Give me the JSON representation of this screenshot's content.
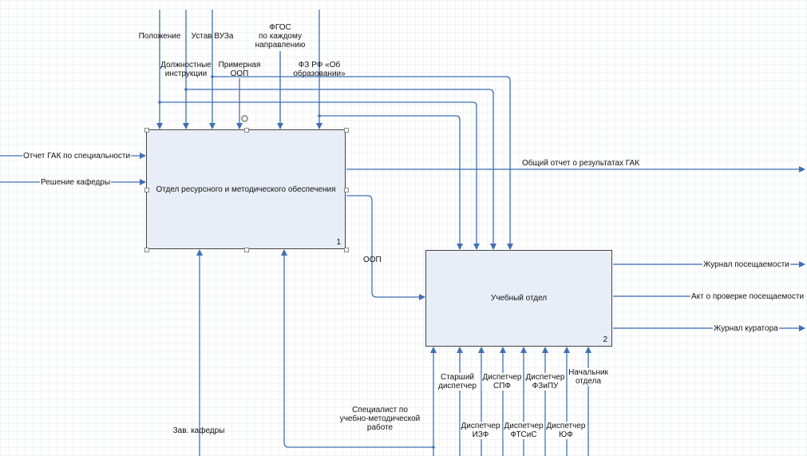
{
  "diagram": {
    "box1": {
      "title": "Отдел ресурсного и методического обеспечения",
      "number": "1"
    },
    "box2": {
      "title": "Учебный отдел",
      "number": "2"
    },
    "controls": {
      "polozhenie": "Положение",
      "ustav": "Устав ВУЗа",
      "fgos": "ФГОС\nпо каждому\nнаправлению",
      "instrukcii": "Должностные\nинструкции",
      "primernaya_oop": "Примерная\nООП",
      "fz_rf": "ФЗ РФ «Об\nобразовании»"
    },
    "inputs": {
      "otchet_gak": "Отчет ГАК по специальности",
      "reshenie": "Решение кафедры",
      "oop": "ООП"
    },
    "outputs": {
      "obshchiy_otchet": "Общий отчет о результатах ГАК",
      "zhurnal_poseshchaemosti": "Журнал посещаемости",
      "akt": "Акт о проверке посещаемости",
      "zhurnal_kuratora": "Журнал куратора"
    },
    "mechanisms": {
      "zav_kafedry": "Зав. кафедры",
      "specialist": "Специалист по\nучебно-методической\nработе",
      "starshiy": "Старший\nдиспетчер",
      "disp_spf": "Диспетчер\nСПФ",
      "disp_fzipu": "Диспетчер\nФЗиПУ",
      "nachalnik": "Начальник\nотдела",
      "disp_izf": "Диспетчер\nИЗФ",
      "disp_ftsis": "Диспетчер\nФТСиС",
      "disp_yuf": "Диспетчер\nЮФ"
    }
  },
  "colors": {
    "arrow": "#3f6fb5",
    "box_fill": "#e8eef7",
    "grid": "#dde2ea"
  }
}
